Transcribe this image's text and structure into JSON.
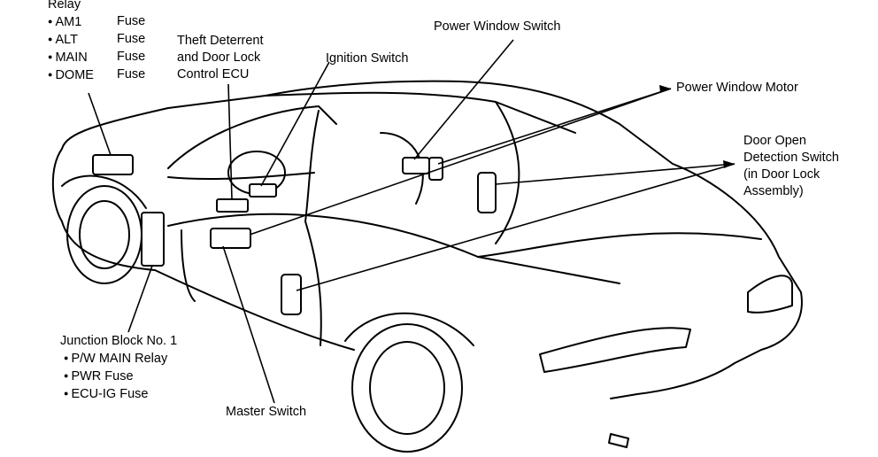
{
  "relay_group": {
    "title": "Relay",
    "items": [
      {
        "name": "AM1",
        "type": "Fuse"
      },
      {
        "name": "ALT",
        "type": "Fuse"
      },
      {
        "name": "MAIN",
        "type": "Fuse"
      },
      {
        "name": "DOME",
        "type": "Fuse"
      }
    ]
  },
  "labels": {
    "theft_deterrent": [
      "Theft Deterrent",
      "and Door Lock",
      "Control ECU"
    ],
    "ignition_switch": "Ignition Switch",
    "power_window_switch": "Power Window Switch",
    "power_window_motor": "Power Window Motor",
    "door_open_detection": [
      "Door Open",
      "Detection Switch",
      "(in Door Lock",
      "Assembly)"
    ],
    "junction_block": {
      "title": "Junction Block No. 1",
      "items": [
        "P/W MAIN Relay",
        "PWR Fuse",
        "ECU-IG Fuse"
      ]
    },
    "master_switch": "Master Switch"
  }
}
